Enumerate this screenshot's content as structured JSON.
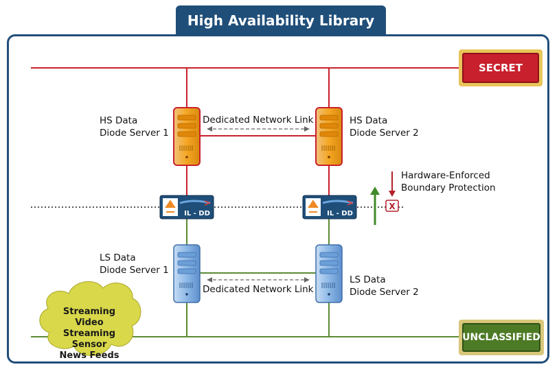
{
  "title": "High Availability Library",
  "classification": {
    "high": "SECRET",
    "low": "UNCLASSIFIED"
  },
  "servers": {
    "hs1": {
      "line1": "HS Data",
      "line2": "Diode Server 1"
    },
    "hs2": {
      "line1": "HS Data",
      "line2": "Diode Server 2"
    },
    "ls1": {
      "line1": "LS Data",
      "line2": "Diode Server 1"
    },
    "ls2": {
      "line1": "LS Data",
      "line2": "Diode Server 2"
    }
  },
  "links": {
    "top": "Dedicated Network Link",
    "bottom": "Dedicated Network Link"
  },
  "diode_label": "IL - DD",
  "boundary": {
    "line1": "Hardware-Enforced",
    "line2": "Boundary Protection",
    "blocked_mark": "X"
  },
  "feeds": [
    "Streaming Video",
    "Streaming Sensor",
    "News Feeds"
  ],
  "colors": {
    "navy": "#1f4e79",
    "high_line": "#c8202c",
    "low_line": "#5b8a33",
    "hs_server": "#f5a623",
    "ls_server": "#6b9fd8",
    "cloud": "#d9d84a"
  }
}
